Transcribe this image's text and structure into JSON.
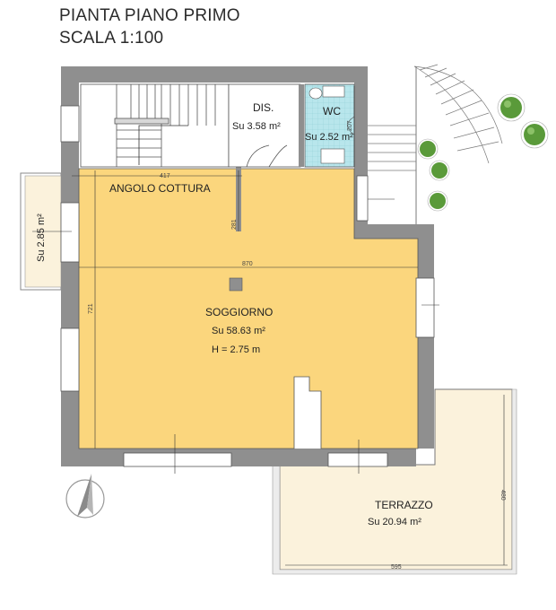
{
  "title": {
    "line1": "PIANTA PIANO PRIMO",
    "line2": "SCALA 1:100"
  },
  "rooms": {
    "dis": {
      "name": "DIS.",
      "area": "Su 3.58 m²"
    },
    "wc": {
      "name": "WC",
      "area": "Su 2.52 m²"
    },
    "kitchen": {
      "name": "ANGOLO COTTURA"
    },
    "living": {
      "name": "SOGGIORNO",
      "area": "Su 58.63 m²",
      "height": "H = 2.75 m"
    },
    "balcony": {
      "area": "Su 2.85 m²"
    },
    "terrace": {
      "name": "TERRAZZO",
      "area": "Su 20.94 m²"
    }
  },
  "dimensions": {
    "d417": "417",
    "d870": "870",
    "d721": "721",
    "d281": "281",
    "d207": "207",
    "d595": "595",
    "d480": "480"
  },
  "colors": {
    "wall": "#8f8f8f",
    "floor": "#fbd67d",
    "wc_tile": "#b8e6ec",
    "tree": "#5a9a3a"
  },
  "icons": {
    "compass": "north-arrow-icon"
  }
}
